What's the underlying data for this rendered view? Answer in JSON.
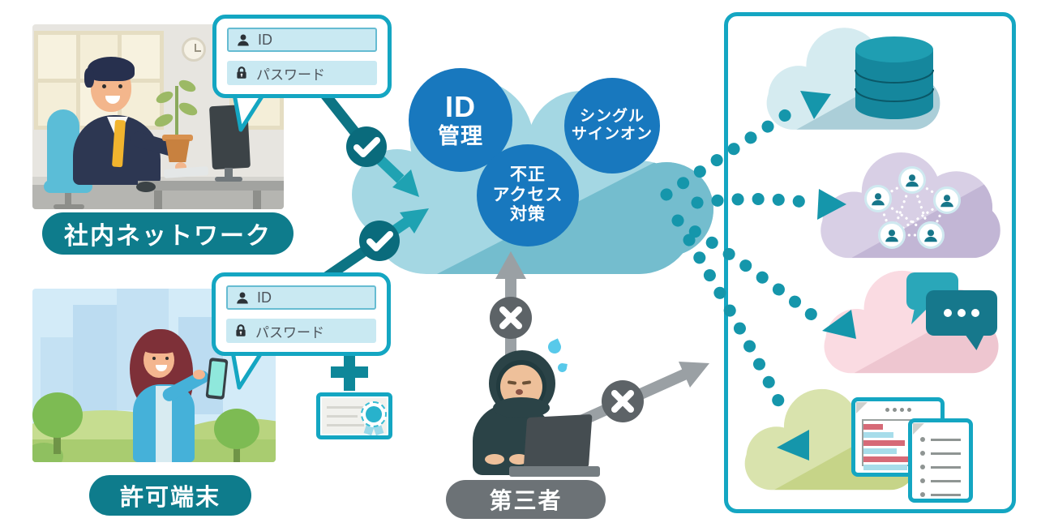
{
  "palette": {
    "accent_teal": "#14a6c2",
    "dark_teal": "#0e7c8c",
    "check_circle_teal": "#0a6b7c",
    "arrow_teal": "#1fa2b2",
    "dotted_arrow_teal": "#1596ab",
    "function_circle_blue": "#1878be",
    "cloud_light": "#a4d7e3",
    "cloud_dark": "#74bdce",
    "blocked_arrow_gray": "#9aa0a4",
    "x_circle_gray": "#5d6367",
    "third_party_pill_gray": "#6c7276"
  },
  "sources": [
    {
      "label": "社内ネットワーク",
      "scene": "office-worker-at-desk"
    },
    {
      "label": "許可端末",
      "scene": "woman-with-smartphone"
    }
  ],
  "credential_bubbles": [
    {
      "fields": [
        {
          "icon": "person-icon",
          "label": "ID"
        },
        {
          "icon": "lock-icon",
          "label": "パスワード"
        }
      ]
    },
    {
      "fields": [
        {
          "icon": "person-icon",
          "label": "ID"
        },
        {
          "icon": "lock-icon",
          "label": "パスワード"
        }
      ]
    }
  ],
  "extra_factor": {
    "icons": [
      "plus-icon",
      "certificate-icon"
    ]
  },
  "cloud_functions": [
    {
      "name": "ID管理",
      "lines": [
        "ID",
        "管理"
      ]
    },
    {
      "name": "シングルサインオン",
      "lines": [
        "シングル",
        "サインオン"
      ]
    },
    {
      "name": "不正アクセス対策",
      "lines": [
        "不正",
        "アクセス",
        "対策"
      ]
    }
  ],
  "threat": {
    "label": "第三者",
    "scene": "hooded-hacker-with-laptop",
    "icons": [
      "x-icon",
      "x-icon"
    ]
  },
  "allowed_marks": [
    "check-icon",
    "check-icon"
  ],
  "services": [
    {
      "icon": "database-icon",
      "cloud_color": "#d5ebf0"
    },
    {
      "icon": "user-network-icon",
      "cloud_color": "#d8cfe5"
    },
    {
      "icon": "chat-bubbles-icon",
      "cloud_color": "#fadbe2"
    },
    {
      "icon": "documents-icon",
      "cloud_color": "#d9e3ad"
    }
  ]
}
